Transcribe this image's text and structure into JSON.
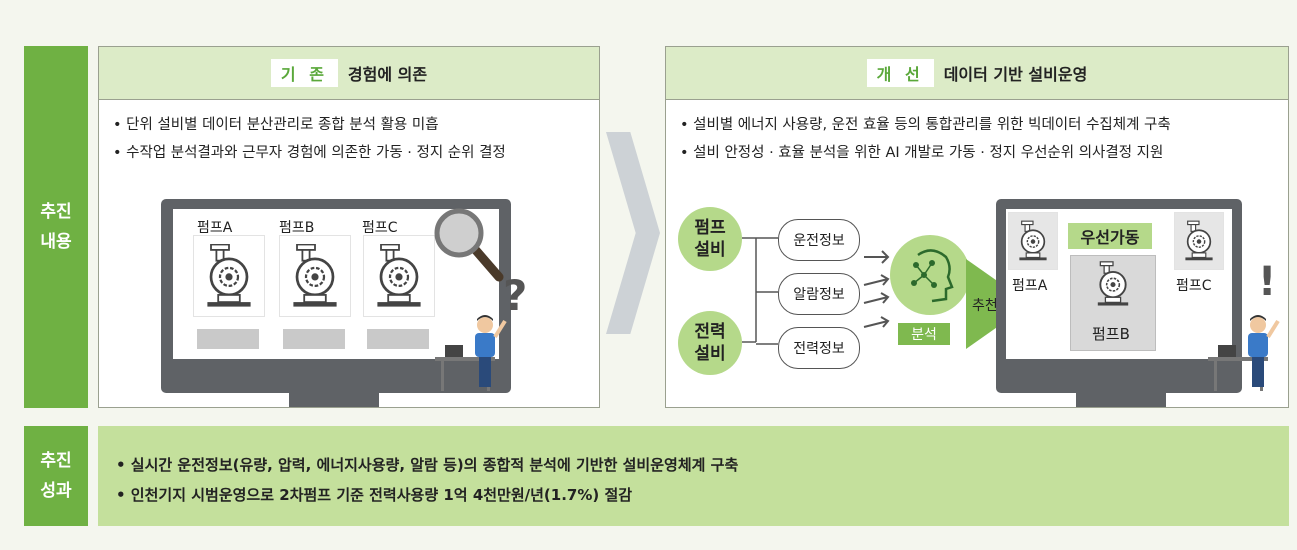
{
  "side": {
    "content_l1": "추진",
    "content_l2": "내용",
    "result_l1": "추진",
    "result_l2": "성과"
  },
  "left_panel": {
    "tag": "기 존",
    "title": "경험에 의존",
    "bullets": [
      "• 단위 설비별 데이터 분산관리로 종합 분석 활용 미흡",
      "• 수작업 분석결과와 근무자 경험에 의존한 가동 · 정지 순위 결정"
    ],
    "pumps": [
      "펌프A",
      "펌프B",
      "펌프C"
    ],
    "question": "?"
  },
  "right_panel": {
    "tag": "개 선",
    "title": "데이터 기반 설비운영",
    "bullets": [
      "• 설비별 에너지 사용량, 운전 효율 등의 통합관리를 위한 빅데이터 수집체계 구축",
      "• 설비 안정성 · 효율 분석을 위한 AI 개발로 가동 · 정지 우선순위 의사결정 지원"
    ],
    "source1": "펌프\n설비",
    "source2": "전력\n설비",
    "info": [
      "운전정보",
      "알람정보",
      "전력정보"
    ],
    "analysis": "분석",
    "recommend": "추천",
    "priority": "우선가동",
    "pumps": [
      "펌프A",
      "펌프B",
      "펌프C"
    ],
    "exclaim": "!"
  },
  "results": [
    "• 실시간 운전정보(유량, 압력, 에너지사용량, 알람 등)의 종합적 분석에 기반한 설비운영체계 구축",
    "• 인천기지 시범운영으로 2차펌프 기준 전력사용량 1억 4천만원/년(1.7%) 절감"
  ],
  "colors": {
    "green": "#6fb143",
    "light_green": "#b5d98a",
    "header_green": "#dcebc7",
    "result_green": "#c4e09c",
    "monitor": "#5f6266"
  }
}
